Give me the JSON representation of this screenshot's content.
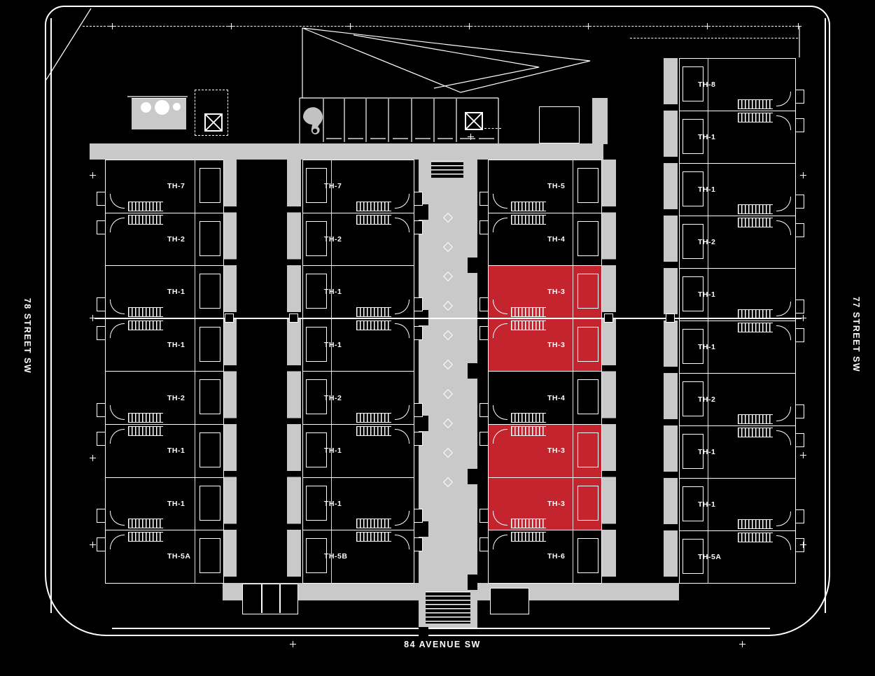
{
  "streets": {
    "left": "78 STREET SW",
    "right": "77 STREET SW",
    "bottom": "84 AVENUE SW"
  },
  "highlighted_unit_type": "TH-3",
  "colors": {
    "background": "#000000",
    "linework": "#ffffff",
    "walkway_gray": "#c9c9c9",
    "highlight_red": "#c4242e"
  },
  "icons": {
    "transformer-icon": "boxed-x",
    "firepit-icon": "white-circles",
    "dog-run-icon": "dog-silhouette",
    "mews-marker-icon": "diamond-outline",
    "survey-marker-icon": "plus-cross"
  },
  "blocks": [
    {
      "name": "west-block",
      "units": [
        {
          "label": "TH-7",
          "highlight": false
        },
        {
          "label": "TH-2",
          "highlight": false
        },
        {
          "label": "TH-1",
          "highlight": false
        },
        {
          "label": "TH-1",
          "highlight": false
        },
        {
          "label": "TH-2",
          "highlight": false
        },
        {
          "label": "TH-1",
          "highlight": false
        },
        {
          "label": "TH-1",
          "highlight": false
        },
        {
          "label": "TH-5A",
          "highlight": false
        }
      ]
    },
    {
      "name": "mid-west-block",
      "units": [
        {
          "label": "TH-7",
          "highlight": false
        },
        {
          "label": "TH-2",
          "highlight": false
        },
        {
          "label": "TH-1",
          "highlight": false
        },
        {
          "label": "TH-1",
          "highlight": false
        },
        {
          "label": "TH-2",
          "highlight": false
        },
        {
          "label": "TH-1",
          "highlight": false
        },
        {
          "label": "TH-1",
          "highlight": false
        },
        {
          "label": "TH-5B",
          "highlight": false
        }
      ]
    },
    {
      "name": "mid-east-block",
      "units": [
        {
          "label": "TH-5",
          "highlight": false
        },
        {
          "label": "TH-4",
          "highlight": false
        },
        {
          "label": "TH-3",
          "highlight": true
        },
        {
          "label": "TH-3",
          "highlight": true
        },
        {
          "label": "TH-4",
          "highlight": false
        },
        {
          "label": "TH-3",
          "highlight": true
        },
        {
          "label": "TH-3",
          "highlight": true
        },
        {
          "label": "TH-6",
          "highlight": false
        }
      ]
    },
    {
      "name": "east-block",
      "units": [
        {
          "label": "TH-8",
          "highlight": false
        },
        {
          "label": "TH-1",
          "highlight": false
        },
        {
          "label": "TH-1",
          "highlight": false
        },
        {
          "label": "TH-2",
          "highlight": false
        },
        {
          "label": "TH-1",
          "highlight": false
        },
        {
          "label": "TH-1",
          "highlight": false
        },
        {
          "label": "TH-2",
          "highlight": false
        },
        {
          "label": "TH-1",
          "highlight": false
        },
        {
          "label": "TH-1",
          "highlight": false
        },
        {
          "label": "TH-5A",
          "highlight": false
        }
      ]
    }
  ]
}
